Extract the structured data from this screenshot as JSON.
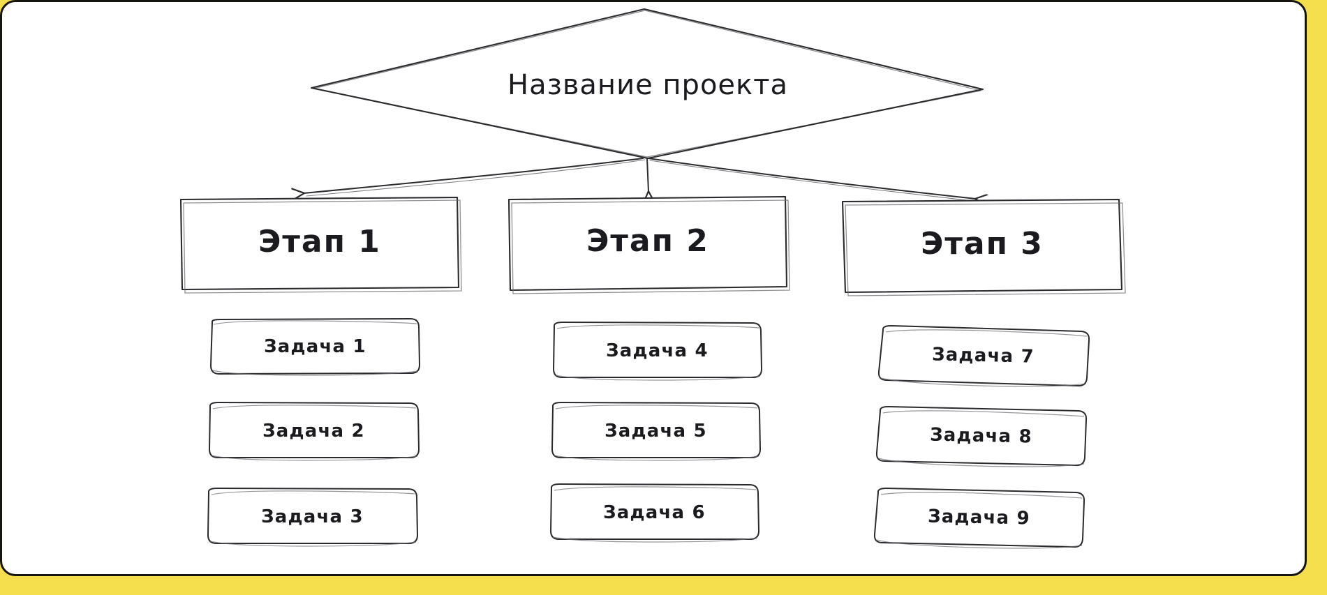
{
  "frame": {
    "accent_color": "#f5df4d",
    "card_background": "#ffffff",
    "ink_color": "#1b1b1f"
  },
  "diagram": {
    "style": "hand-drawn",
    "root": {
      "label": "Название проекта",
      "shape": "diamond"
    },
    "columns": [
      {
        "stage": {
          "label": "Этап 1",
          "shape": "rectangle"
        },
        "tasks": [
          {
            "label": "Задача 1",
            "shape": "rounded-rectangle"
          },
          {
            "label": "Задача 2",
            "shape": "rounded-rectangle"
          },
          {
            "label": "Задача 3",
            "shape": "rounded-rectangle"
          }
        ]
      },
      {
        "stage": {
          "label": "Этап 2",
          "shape": "rectangle"
        },
        "tasks": [
          {
            "label": "Задача 4",
            "shape": "rounded-rectangle"
          },
          {
            "label": "Задача 5",
            "shape": "rounded-rectangle"
          },
          {
            "label": "Задача 6",
            "shape": "rounded-rectangle"
          }
        ]
      },
      {
        "stage": {
          "label": "Этап 3",
          "shape": "rectangle"
        },
        "tasks": [
          {
            "label": "Задача 7",
            "shape": "rounded-rectangle"
          },
          {
            "label": "Задача 8",
            "shape": "rounded-rectangle"
          },
          {
            "label": "Задача 9",
            "shape": "rounded-rectangle"
          }
        ]
      }
    ],
    "connectors": [
      {
        "from": "Название проекта",
        "to": "Этап 1",
        "arrow": "left"
      },
      {
        "from": "Название проекта",
        "to": "Этап 2",
        "arrow": "down"
      },
      {
        "from": "Название проекта",
        "to": "Этап 3",
        "arrow": "right"
      }
    ]
  }
}
